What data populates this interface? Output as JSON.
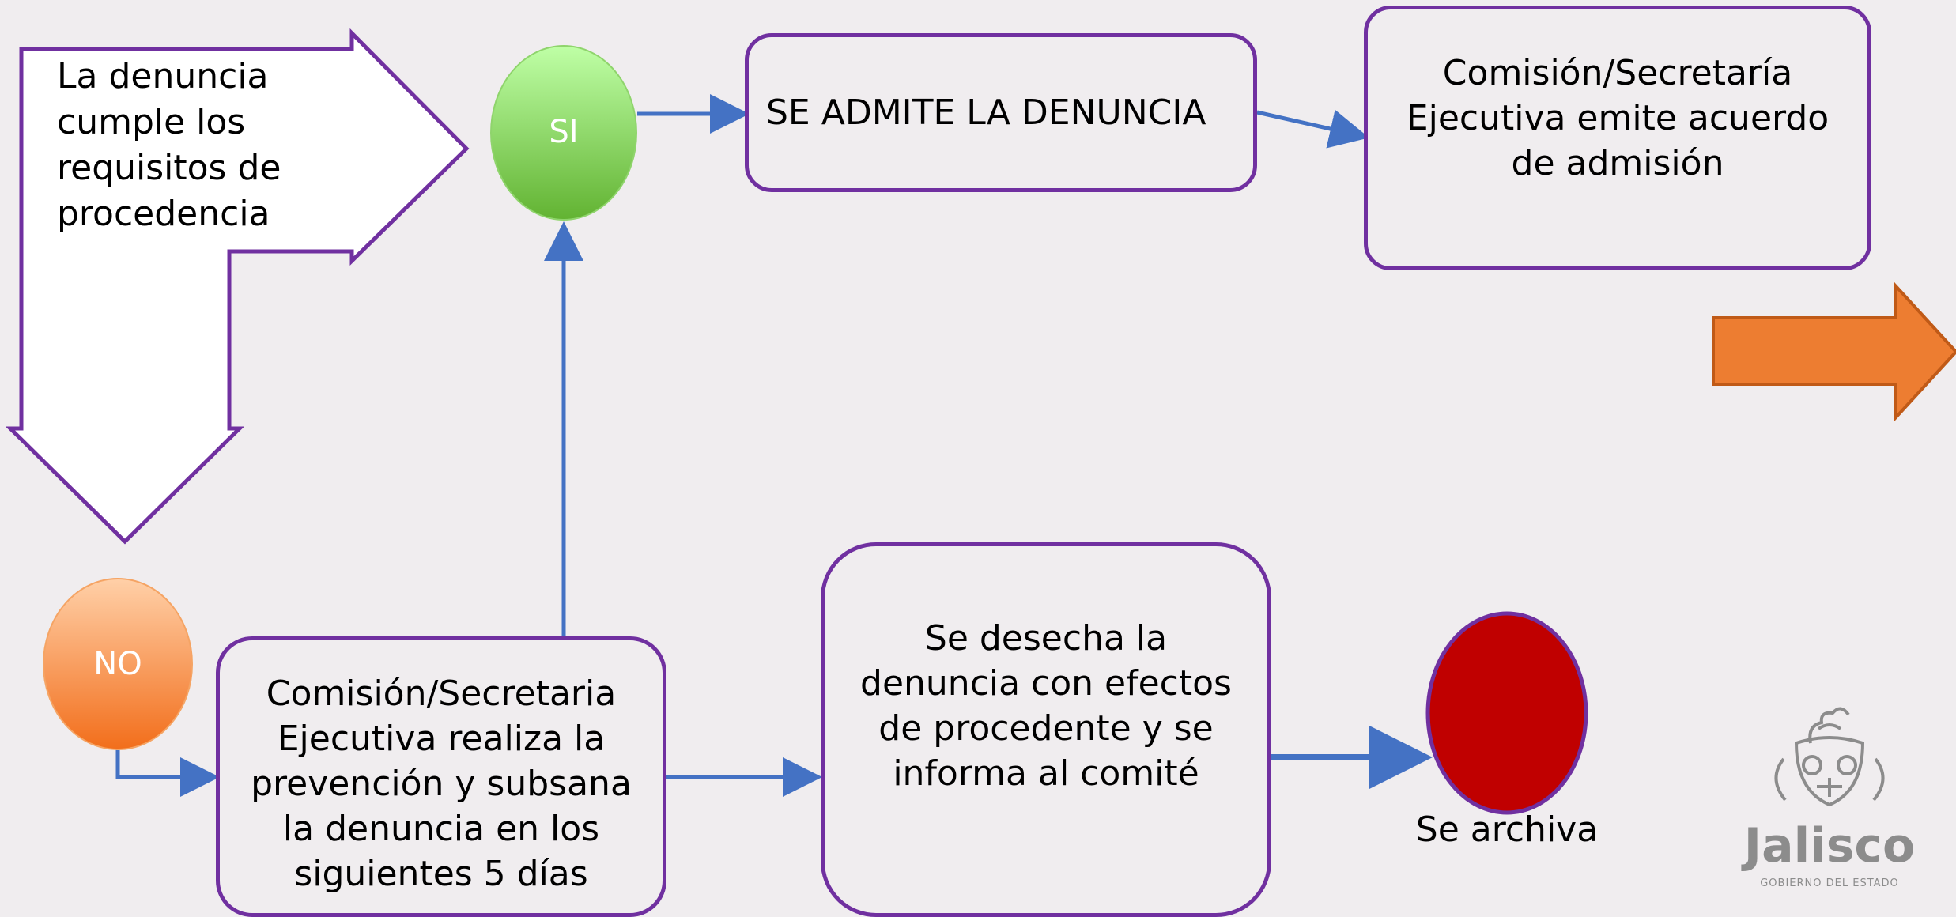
{
  "question": "La denuncia cumple los requisitos de procedencia",
  "yes_label": "SI",
  "no_label": "NO",
  "admit": "SE ADMITE LA DENUNCIA",
  "agreement": "Comisión/Secretaría Ejecutiva emite acuerdo de admisión",
  "prevention": "Comisión/Secretaria Ejecutiva realiza la prevención y subsana la denuncia en los siguientes 5 días",
  "dismiss": "Se desecha la denuncia con efectos de procedente y se informa al comité",
  "archive": "Se archiva",
  "logo": {
    "name": "Jalisco",
    "subtitle": "GOBIERNO DEL ESTADO"
  },
  "colors": {
    "border": "#7030a0",
    "connector": "#4472c4",
    "yes_top": "#bfffa6",
    "yes_bottom": "#62b332",
    "no_top": "#ffd0a8",
    "no_bottom": "#f26e1b",
    "end_circle": "#c00000",
    "next_arrow": "#ed7d31"
  }
}
